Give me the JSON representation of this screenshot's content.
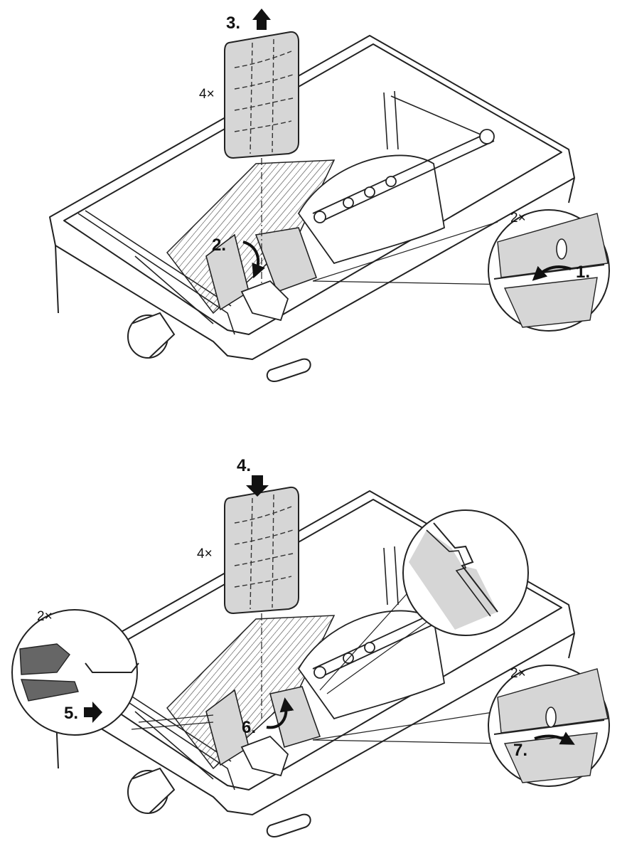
{
  "figure": {
    "top_panel": {
      "steps": {
        "s1": "1.",
        "s2": "2.",
        "s3": "3."
      },
      "counts": {
        "filter": "4×",
        "clip": "2×"
      }
    },
    "bottom_panel": {
      "steps": {
        "s4": "4.",
        "s5": "5.",
        "s6": "6.",
        "s7": "7."
      },
      "counts": {
        "filter": "4×",
        "bracket": "2×",
        "clip": "2×"
      }
    }
  },
  "colors": {
    "line": "#222222",
    "fill_grey": "#d6d6d6",
    "fill_dark": "#666666",
    "background": "#ffffff"
  },
  "icons": [
    "arrow-up-icon",
    "arrow-down-icon",
    "arrow-right-icon",
    "curved-arrow-icon"
  ]
}
